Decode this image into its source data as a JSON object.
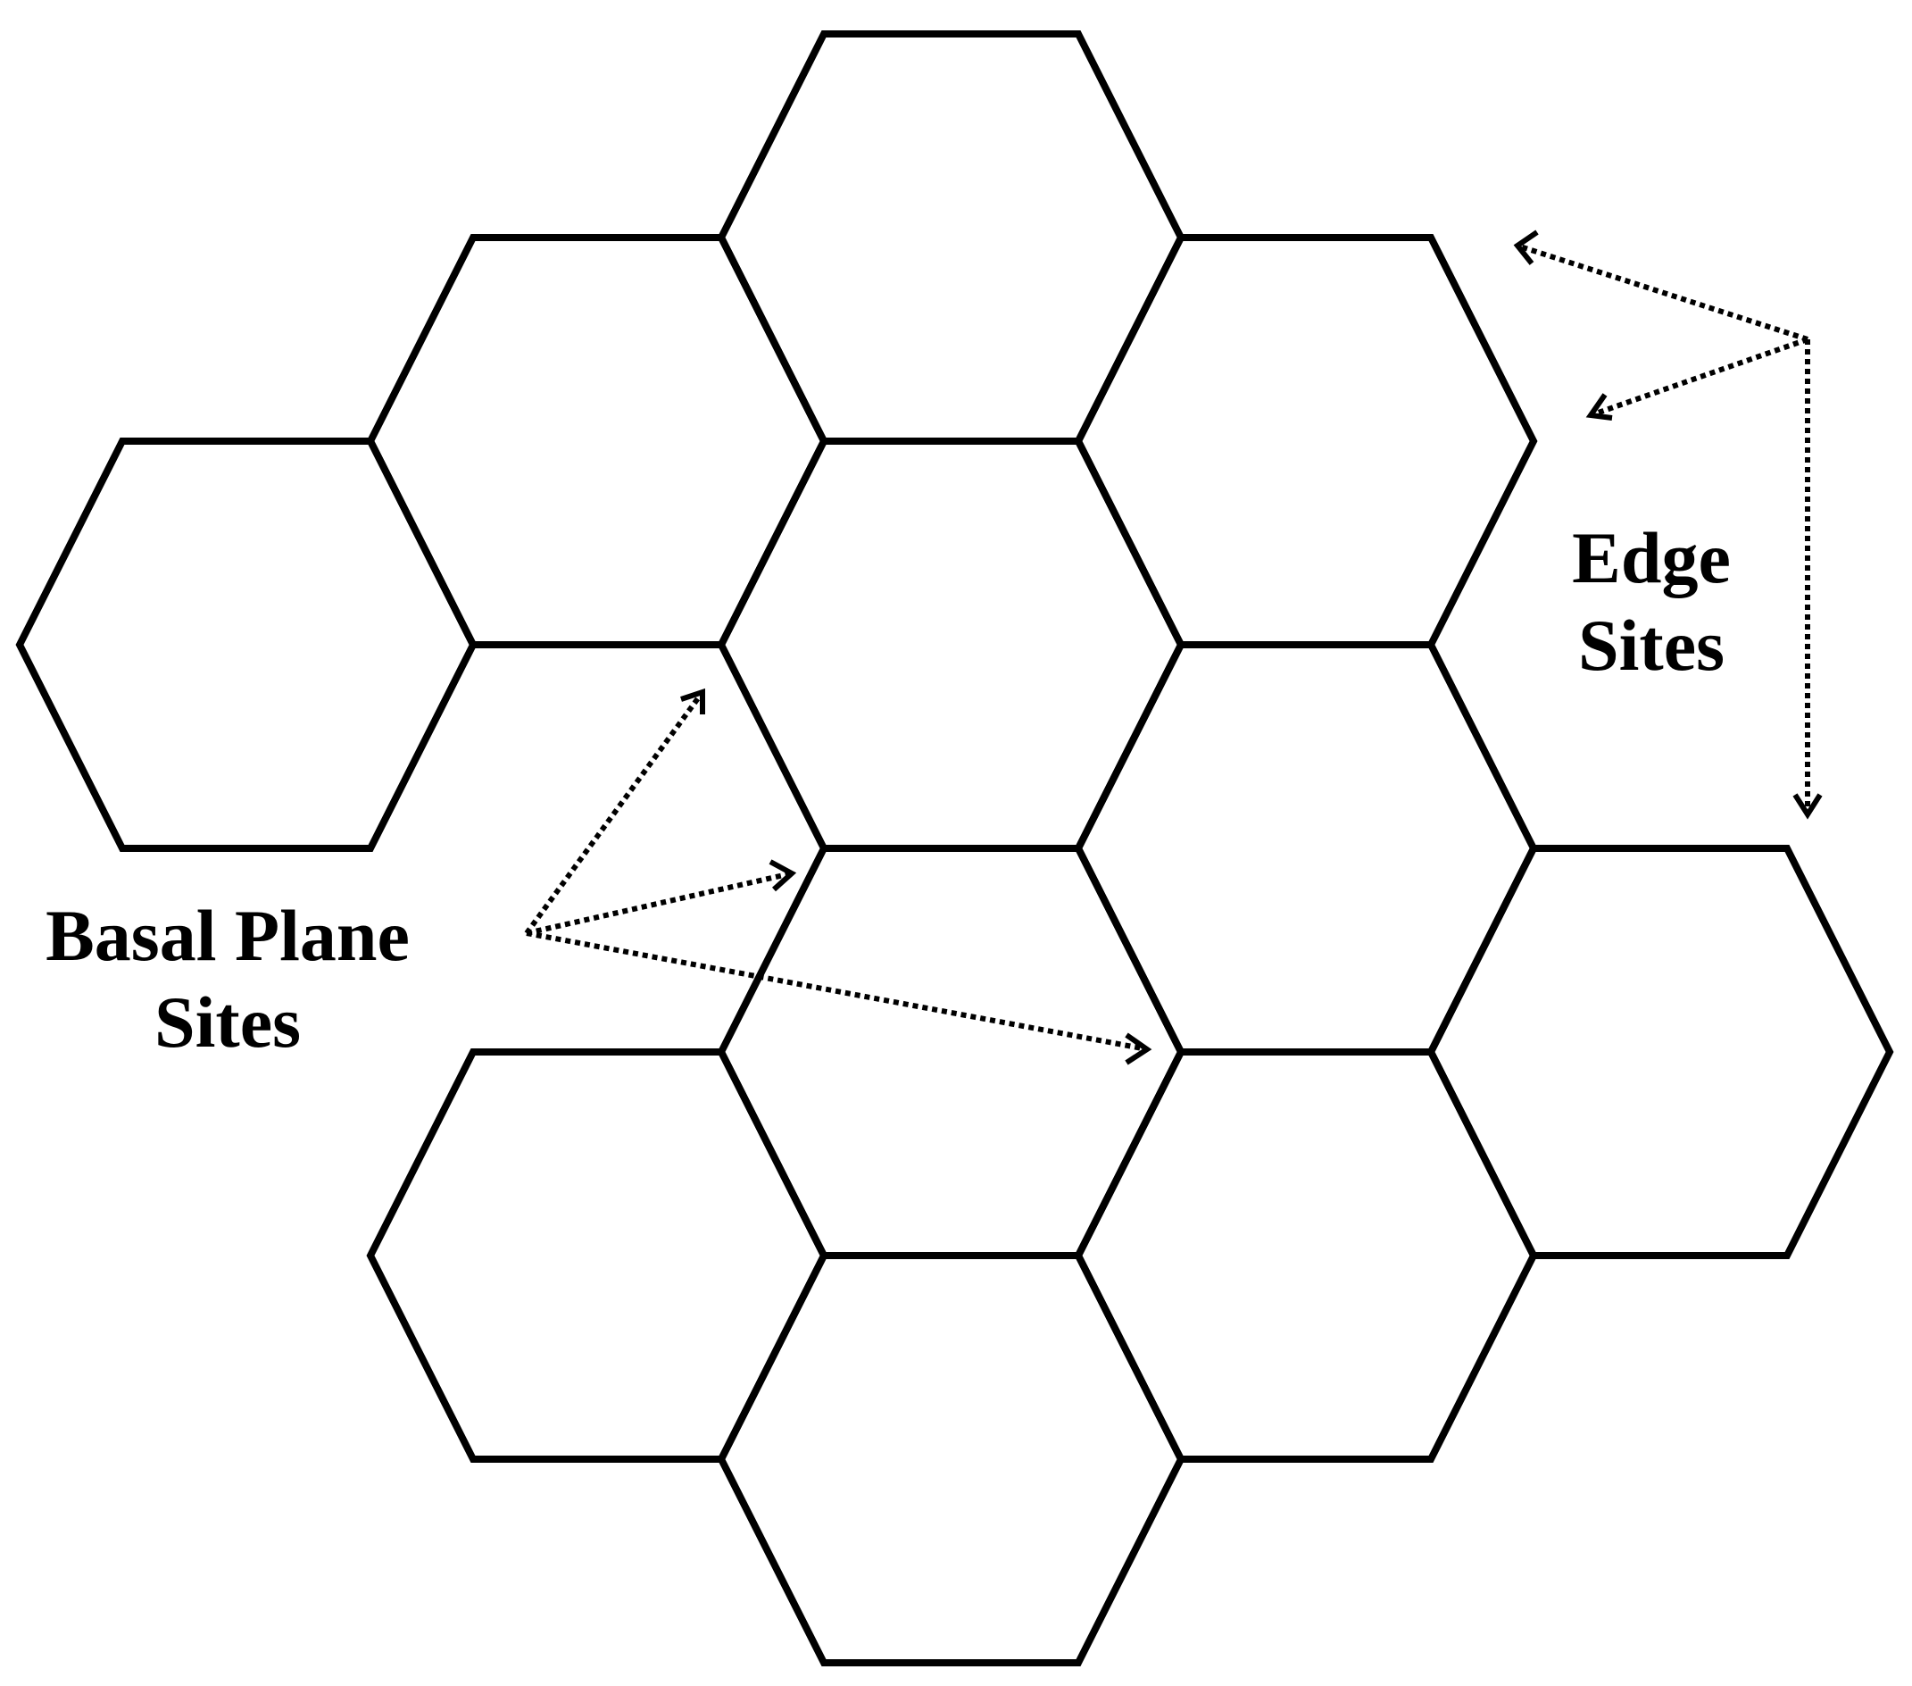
{
  "labels": {
    "edge_line1": "Edge",
    "edge_line2": "Sites",
    "basal_line1": "Basal Plane",
    "basal_line2": "Sites"
  },
  "colors": {
    "stroke": "#000000",
    "background": "#ffffff"
  }
}
